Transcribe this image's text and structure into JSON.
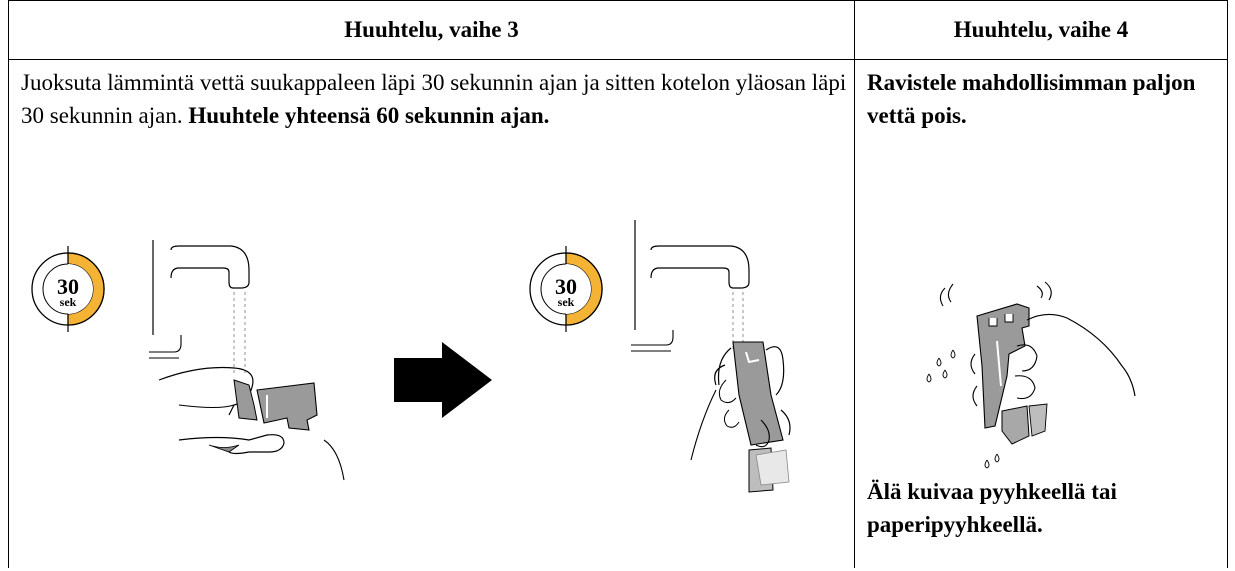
{
  "headers": {
    "step3": "Huuhtelu, vaihe 3",
    "step4": "Huuhtelu, vaihe 4"
  },
  "step3": {
    "text_plain": "Juoksuta lämmintä vettä suukappaleen läpi 30 sekunnin ajan ja sitten kotelon yläosan läpi 30 sekunnin ajan. ",
    "text_bold": "Huuhtele yhteensä 60 sekunnin ajan.",
    "timer_number": "30",
    "timer_unit": "sek"
  },
  "step4": {
    "instruction": "Ravistele mahdollisimman paljon vettä pois.",
    "warning": "Älä kuivaa pyyhkeellä tai paperipyyhkeellä."
  },
  "colors": {
    "timer_fill": "#F5B335",
    "device_fill": "#9A9A9A",
    "arrow": "#000000"
  }
}
